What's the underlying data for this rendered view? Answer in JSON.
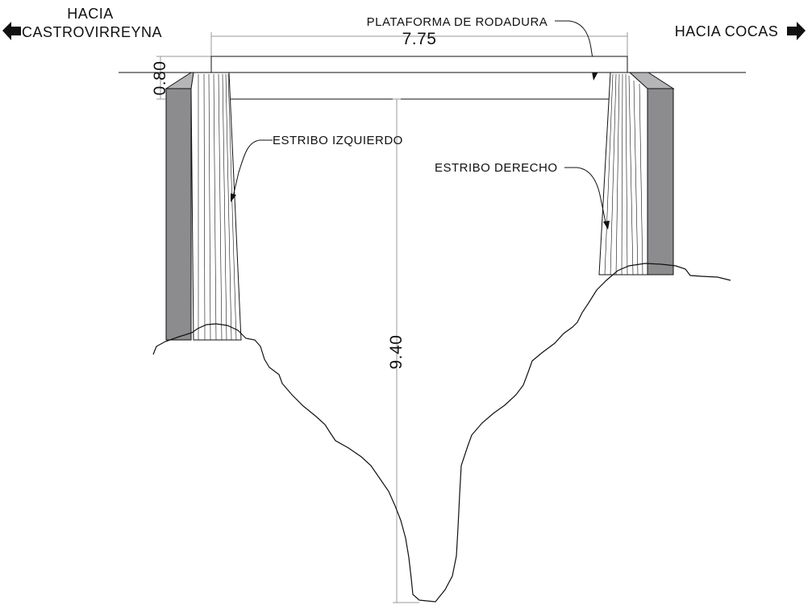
{
  "left_direction": {
    "line1": "HACIA",
    "line2": "CASTROVIRREYNA",
    "arrow_icon": "arrow-left-icon"
  },
  "right_direction": {
    "label": "HACIA  COCAS",
    "arrow_icon": "arrow-right-icon"
  },
  "labels": {
    "platform": "PLATAFORMA DE RODADURA",
    "left_abutment": "ESTRIBO IZQUIERDO",
    "right_abutment": "ESTRIBO DERECHO"
  },
  "dimensions": {
    "span": "7.75",
    "deck_thickness": "0.80",
    "height": "9.40"
  },
  "colors": {
    "line": "#111111",
    "abutment_shade": "#8c8c8e",
    "abutment_top": "#b5b5b7",
    "dimension_line": "#999999"
  }
}
